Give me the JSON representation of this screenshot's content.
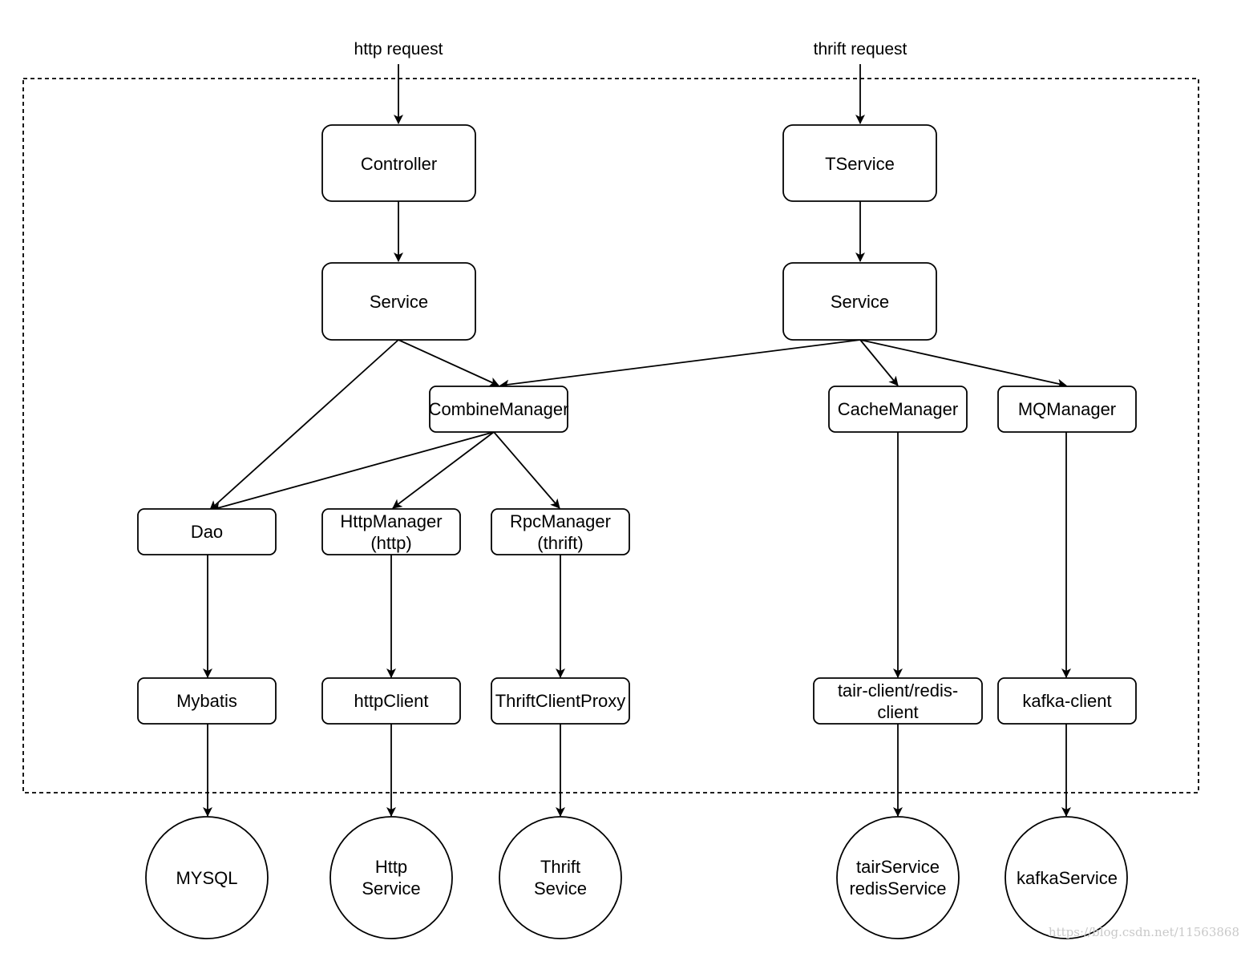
{
  "requests": {
    "http": "http request",
    "thrift": "thrift request"
  },
  "nodes": {
    "controller": "Controller",
    "tservice": "TService",
    "service_left": "Service",
    "service_right": "Service",
    "combine_manager": "CombineManager",
    "cache_manager": "CacheManager",
    "mq_manager": "MQManager",
    "dao": "Dao",
    "http_manager": [
      "HttpManager",
      "(http)"
    ],
    "rpc_manager": [
      "RpcManager",
      "(thrift)"
    ],
    "mybatis": "Mybatis",
    "http_client": "httpClient",
    "thrift_client_proxy": "ThriftClientProxy",
    "tair_client": [
      "tair-client/redis-",
      "client"
    ],
    "kafka_client": "kafka-client"
  },
  "services": {
    "mysql": [
      "MYSQL"
    ],
    "http_service": [
      "Http",
      "Service"
    ],
    "thrift_service": [
      "Thrift",
      "Sevice"
    ],
    "tair_service": [
      "tairService",
      "redisService"
    ],
    "kafka_service": [
      "kafkaService"
    ]
  },
  "watermark": "https://blog.csdn.net/11563868",
  "colors": {
    "stroke": "#000000",
    "background": "#ffffff",
    "watermark": "#c9c9c9"
  }
}
